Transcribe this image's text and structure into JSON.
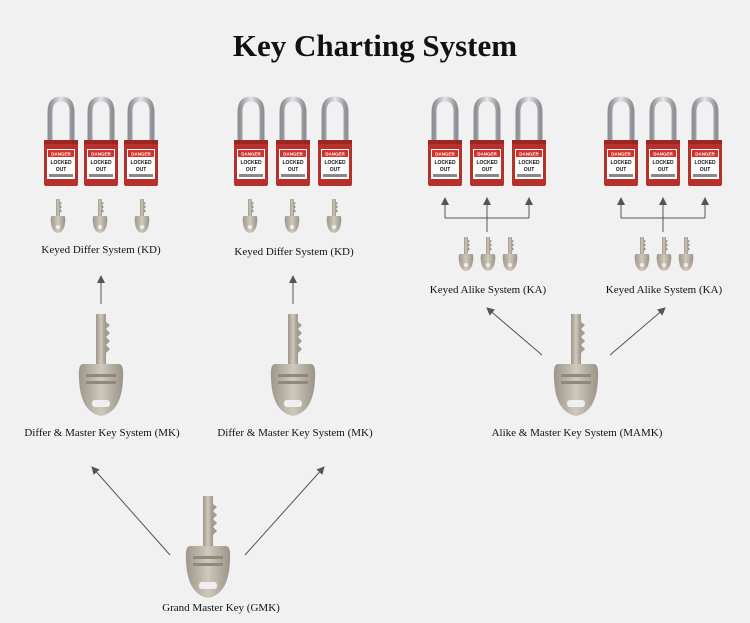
{
  "title": "Key Charting System",
  "labels": {
    "kd": "Keyed Differ System (KD)",
    "ka": "Keyed Alike System (KA)",
    "mk": "Differ & Master Key System (MK)",
    "mamk": "Alike & Master Key System (MAMK)",
    "gmk": "Grand Master Key (GMK)"
  },
  "padlock": {
    "tag_top": "DANGER",
    "tag_main_1": "LOCKED",
    "tag_main_2": "OUT",
    "body_color": "#b7312c",
    "tag_red": "#d2332d",
    "shackle_color": "#b9bcc0"
  },
  "key_color": "#b8b2a6",
  "arrow_color": "#555555"
}
